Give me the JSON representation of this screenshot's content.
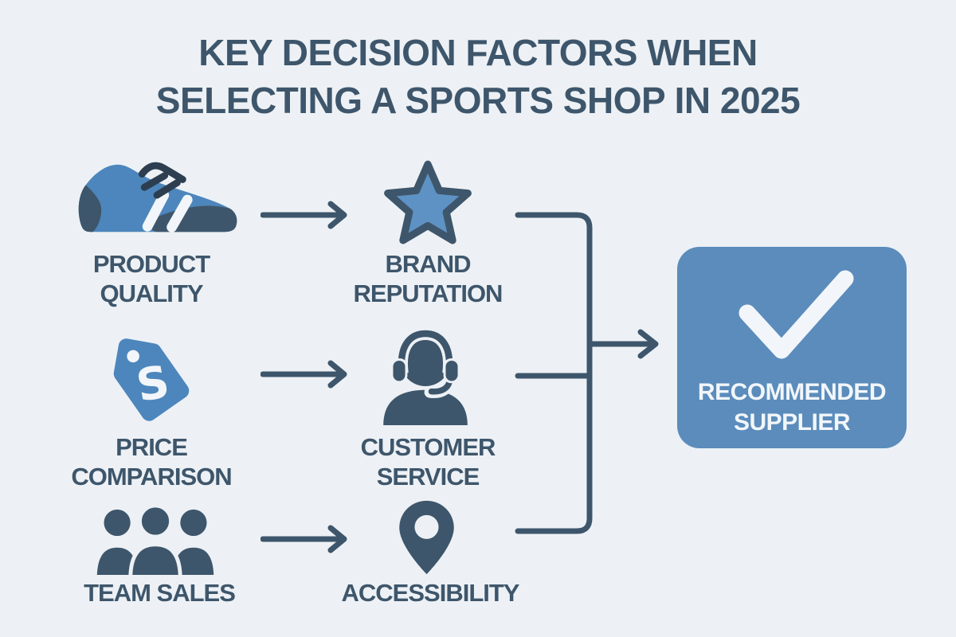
{
  "title": {
    "line1": "KEY DECISION FACTORS WHEN",
    "line2": "SELECTING A SPORTS SHOP IN 2025"
  },
  "factors": [
    {
      "icon": "sneaker-icon",
      "label_line1": "PRODUCT",
      "label_line2": "QUALITY"
    },
    {
      "icon": "price-tag-icon",
      "label_line1": "PRICE",
      "label_line2": "COMPARISON"
    },
    {
      "icon": "team-icon",
      "label_line1": "TEAM SALES",
      "label_line2": ""
    }
  ],
  "criteria": [
    {
      "icon": "star-icon",
      "label_line1": "BRAND",
      "label_line2": "REPUTATION"
    },
    {
      "icon": "headset-agent-icon",
      "label_line1": "CUSTOMER",
      "label_line2": "SERVICE"
    },
    {
      "icon": "location-pin-icon",
      "label_line1": "ACCESSIBILITY",
      "label_line2": ""
    }
  ],
  "result": {
    "icon": "checkmark-icon",
    "label_line1": "RECOMMENDED",
    "label_line2": "SUPPLIER"
  },
  "price_tag_symbol": "S",
  "colors": {
    "background": "#edf1f5",
    "ink": "#3e566b",
    "icon_blue": "#4d86bc",
    "star_fill": "#5e92c5",
    "box_blue": "#5b8cbc",
    "white": "#f2f6fa",
    "lace_dark": "#2c3e50"
  }
}
